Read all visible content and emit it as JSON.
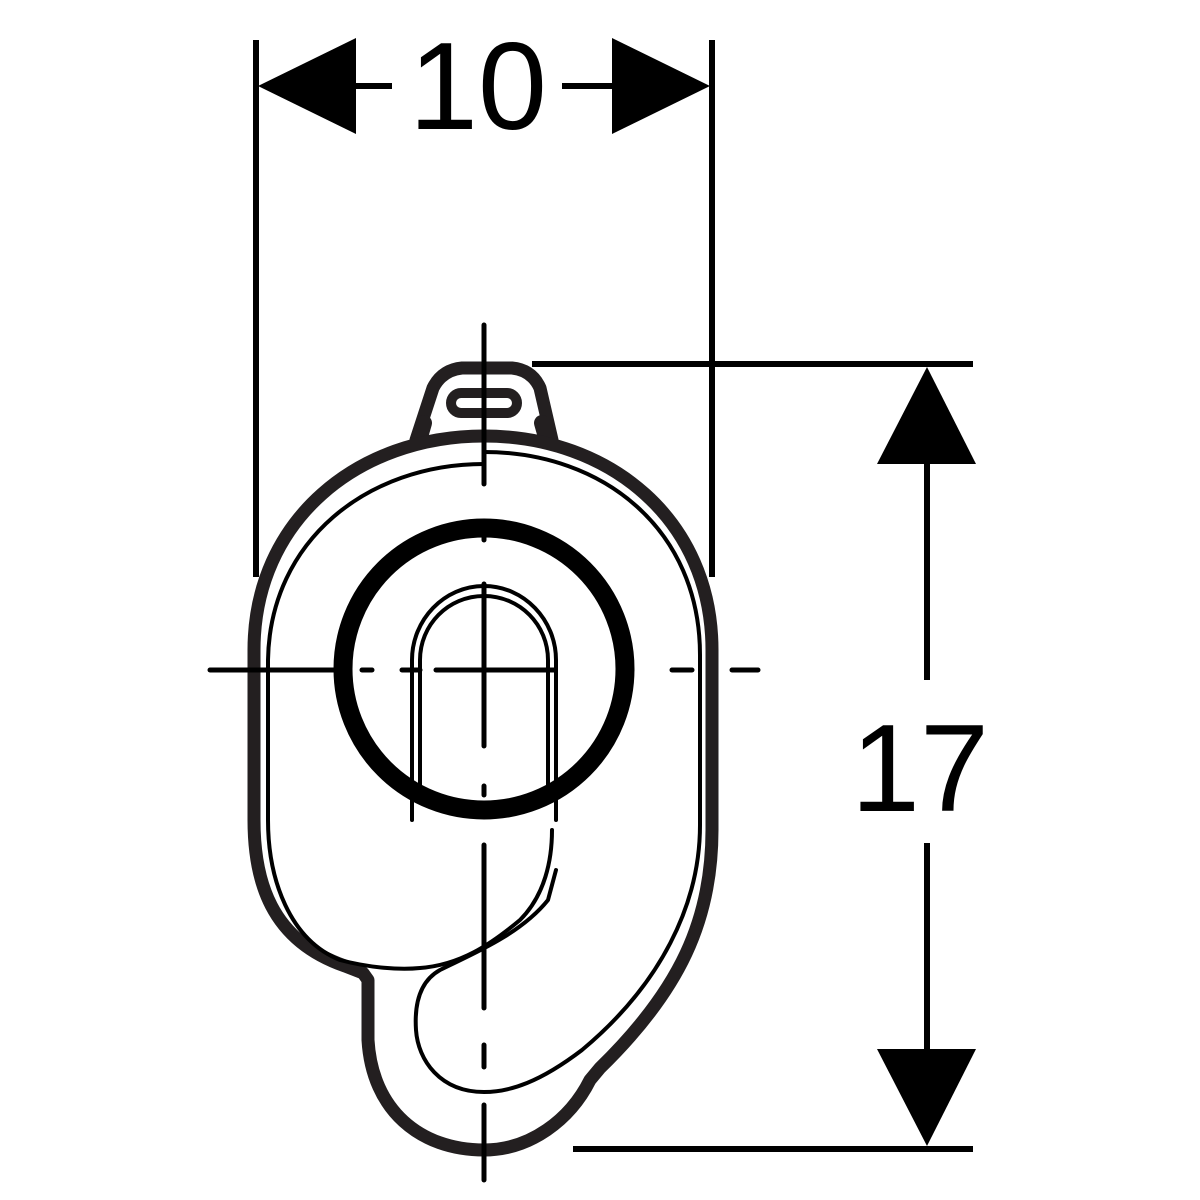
{
  "drawing": {
    "subject": "urinal siphon / trap outlet technical outline",
    "units_note": "",
    "colors": {
      "line": "#000000",
      "outline": "#231f20",
      "background": "#ffffff"
    }
  },
  "dimensions": {
    "width": {
      "label": "10",
      "orientation": "horizontal",
      "position": "top"
    },
    "height": {
      "label": "17",
      "orientation": "vertical",
      "position": "right"
    }
  }
}
